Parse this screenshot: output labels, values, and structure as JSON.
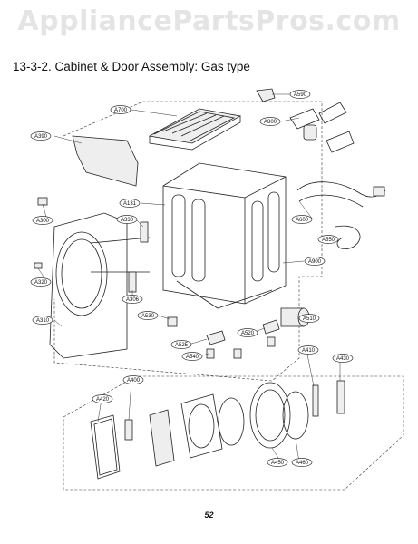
{
  "watermark": "AppliancePartsPros.com",
  "title": "13-3-2. Cabinet & Door Assembly: Gas type",
  "page_number": "52",
  "callouts": [
    "A700",
    "A590",
    "A800",
    "A390",
    "A131",
    "A330",
    "A300",
    "A600",
    "A550",
    "A320",
    "A900",
    "A306",
    "A530",
    "A510",
    "A310",
    "A520",
    "A525",
    "A540",
    "A410",
    "A430",
    "A400",
    "A420",
    "A450",
    "A460"
  ]
}
